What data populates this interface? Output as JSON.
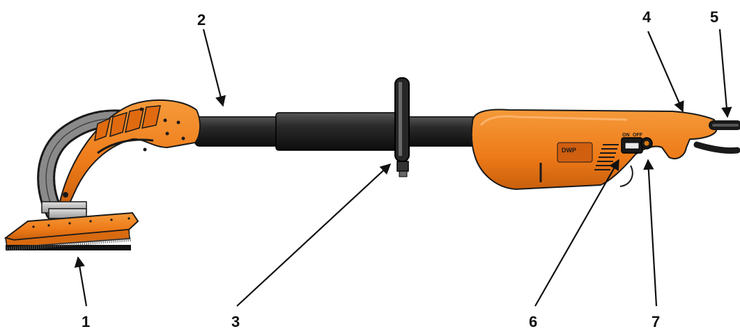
{
  "figure": {
    "colors": {
      "orange": "#f07f1d",
      "orange_dark": "#c65f0b",
      "black": "#1a1a1a",
      "tube": "#222222",
      "grey": "#9a9a9a"
    },
    "callouts": [
      {
        "label": "1",
        "part": "sanding-head"
      },
      {
        "label": "2",
        "part": "extension-tube"
      },
      {
        "label": "3",
        "part": "tube-clamp"
      },
      {
        "label": "4",
        "part": "handle-grip"
      },
      {
        "label": "5",
        "part": "power-cord"
      },
      {
        "label": "6",
        "part": "on-off-switch"
      },
      {
        "label": "7",
        "part": "speed-control"
      }
    ],
    "switch_labels": {
      "on": "ON",
      "off": "OFF"
    },
    "logo_text": "DWP"
  }
}
